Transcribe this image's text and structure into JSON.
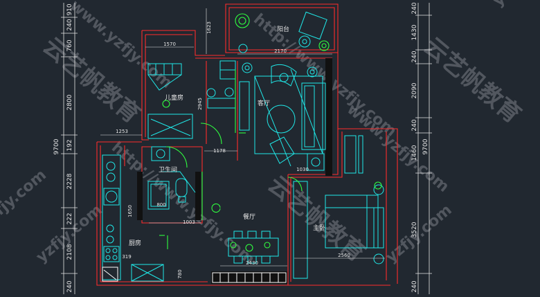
{
  "rooms": {
    "balcony": "阳台",
    "kids_room": "儿童房",
    "living_room": "客厅",
    "bathroom": "卫生间",
    "dining_room": "餐厅",
    "kitchen": "厨房",
    "master_bedroom": "主卧"
  },
  "left_dims": [
    "910",
    "240",
    "760",
    "2800",
    "192",
    "2228",
    "222",
    "2108",
    "240"
  ],
  "left_total": "9700",
  "right_dims": [
    "240",
    "1430",
    "240",
    "2090",
    "240",
    "1460",
    "3520",
    "240"
  ],
  "right_total": "9700",
  "inner_dims": {
    "kids_width": "1570",
    "balcony_depth": "1623",
    "balcony_width": "2170",
    "kids_height": "2945",
    "bath_offset": "1253",
    "hall_width": "1178",
    "living_gap": "1030",
    "bath_small": "800",
    "bath_width": "1003",
    "kitchen_depth": "1650",
    "kitchen_small": "319",
    "dining_width": "2430",
    "bedroom_width": "2560",
    "door_width": "780"
  },
  "watermarks": {
    "cn": "云艺帆教育",
    "url_a": "http://www.yzfjy.com",
    "url_b": "yzfjy.com",
    "url_c": "www.yzfjy.com",
    "url_d": "fjy.com",
    "url_e": "yzfjy"
  },
  "colors": {
    "background": "#212830",
    "wall": "#ff2b2b",
    "furniture": "#20e8e8",
    "plant": "#30ff40",
    "dimension": "#e6e6e6",
    "fixture": "#ffffff"
  }
}
